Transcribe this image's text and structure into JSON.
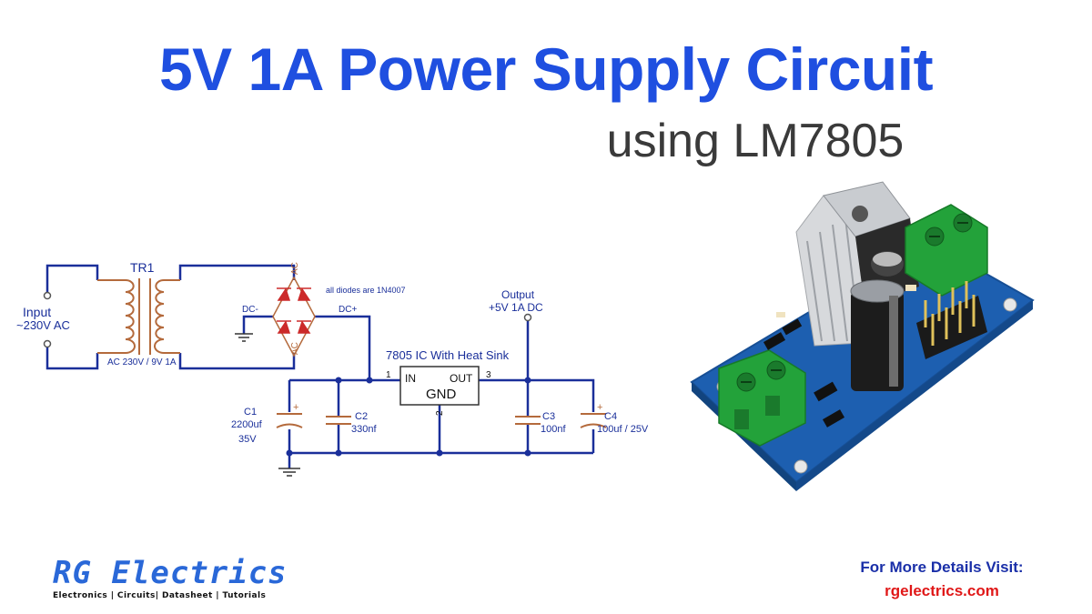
{
  "header": {
    "title": "5V 1A Power Supply Circuit",
    "subtitle": "using LM7805"
  },
  "schematic": {
    "input_label": "Input",
    "input_voltage": "~230V AC",
    "transformer_name": "TR1",
    "transformer_rating": "AC 230V / 9V 1A",
    "ac_top": "AC",
    "ac_bottom": "AC",
    "dc_minus": "DC-",
    "dc_plus": "DC+",
    "diode_note": "all diodes are 1N4007",
    "ic_title": "7805 IC With Heat Sink",
    "ic_in": "IN",
    "ic_out": "OUT",
    "ic_gnd": "GND",
    "pin1": "1",
    "pin2": "2",
    "pin3": "3",
    "output_label": "Output",
    "output_value": "+5V 1A DC",
    "c1_name": "C1",
    "c1_value": "2200uf",
    "c1_voltage": "35V",
    "c2_name": "C2",
    "c2_value": "330nf",
    "c3_name": "C3",
    "c3_value": "100nf",
    "c4_name": "C4",
    "c4_value": "100uf / 25V",
    "plus_sign": "+"
  },
  "colors": {
    "wire": "#1a2f9a",
    "component": "#b46a3c",
    "diode": "#cc2a2a",
    "title_blue": "#1f4fe0",
    "pcb_blue": "#1d5fb0",
    "terminal_green": "#23a23a"
  },
  "footer": {
    "brand": "RG Electrics",
    "tagline": "Electronics | Circuits| Datasheet | Tutorials",
    "visit_label": "For More Details Visit:",
    "visit_url": "rgelectrics.com"
  }
}
